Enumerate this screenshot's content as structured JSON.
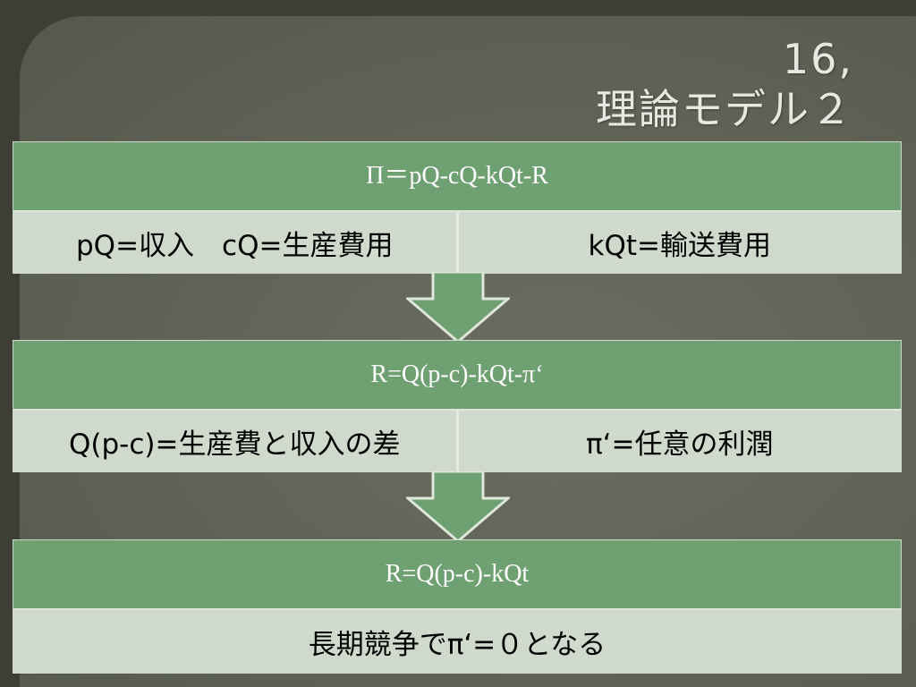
{
  "title": {
    "line1": "16,",
    "line2": "理論モデル２"
  },
  "blocks": [
    {
      "header": "Π＝pQ-cQ-kQt-R",
      "cells": [
        "pQ=収入　cQ=生産費用",
        "kQt=輸送費用"
      ]
    },
    {
      "header": "R=Q(p-c)-kQt-π‘",
      "cells": [
        "Q(p-c)=生産費と収入の差",
        "π‘=任意の利潤"
      ]
    },
    {
      "header": "R=Q(p-c)-kQt",
      "cells": [
        "長期競争でπ‘=０となる"
      ]
    }
  ],
  "colors": {
    "header_green": "#6fa072",
    "body_gray_green": "#cfd9cc",
    "arrow_green": "#6fa072"
  }
}
